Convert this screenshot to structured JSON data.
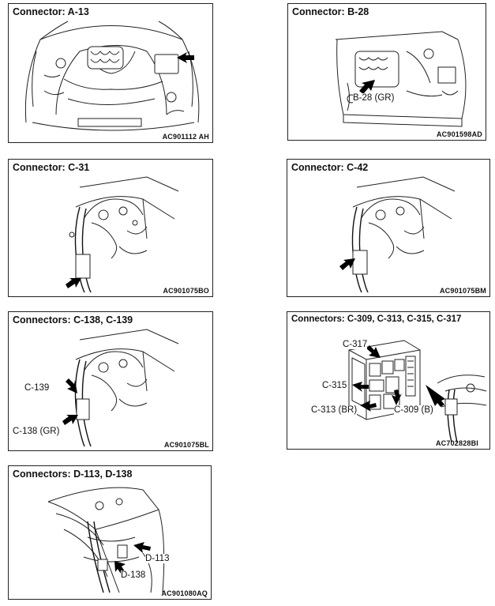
{
  "panels": [
    {
      "title": "Connector: A-13",
      "code": "AC901112 AH"
    },
    {
      "title": "Connector: B-28",
      "code": "AC901598AD",
      "callouts": [
        "B-28 (GR)"
      ]
    },
    {
      "title": "Connector: C-31",
      "code": "AC901075BO"
    },
    {
      "title": "Connector: C-42",
      "code": "AC901075BM"
    },
    {
      "title": "Connectors: C-138, C-139",
      "code": "AC901075BL",
      "callouts": [
        "C-139",
        "C-138 (GR)"
      ]
    },
    {
      "title": "Connectors: C-309, C-313, C-315, C-317",
      "code": "AC702828BI",
      "callouts": [
        "C-317",
        "C-315",
        "C-313 (BR)",
        "C-309 (B)"
      ]
    },
    {
      "title": "Connectors: D-113, D-138",
      "code": "AC901080AQ",
      "callouts": [
        "D-113",
        "D-138"
      ]
    }
  ],
  "icons": {
    "pointer": "arrow-icon"
  }
}
